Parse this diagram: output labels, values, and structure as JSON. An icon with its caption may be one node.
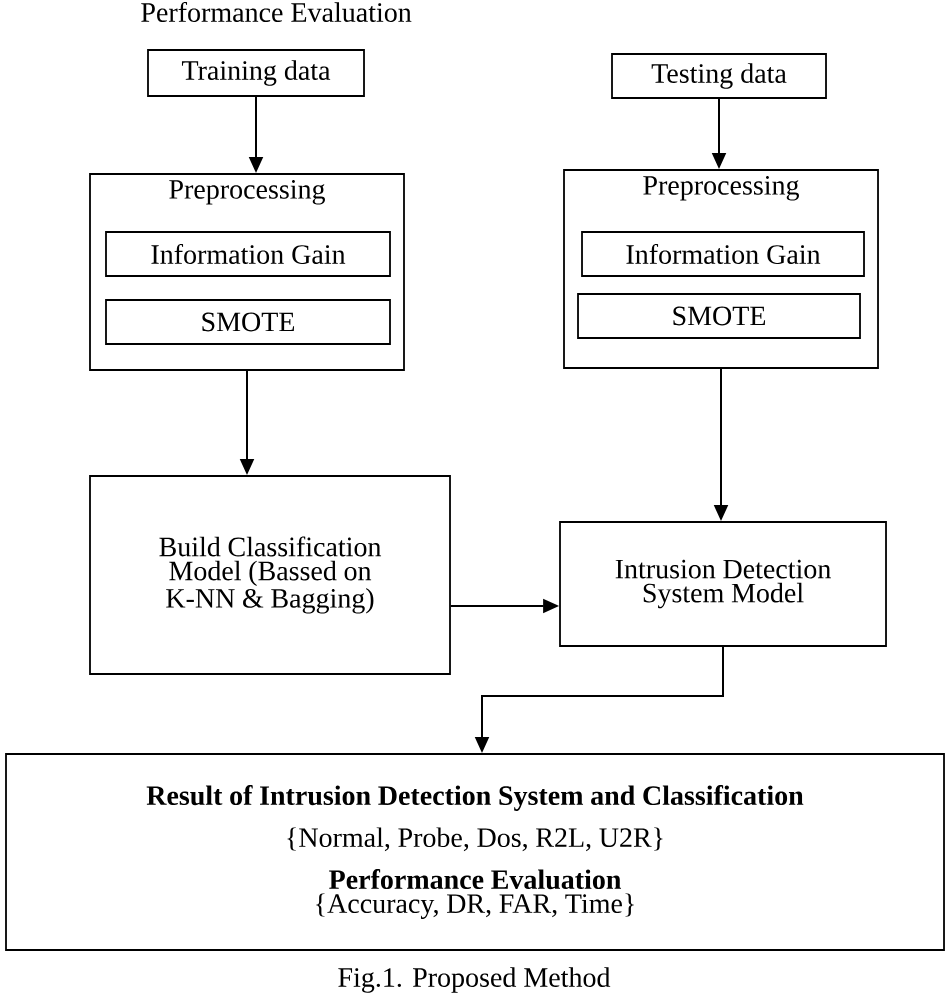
{
  "diagram": {
    "caption": "Fig.1. Proposed Method",
    "nodes": [
      {
        "text": [
          "Training data"
        ]
      },
      {
        "text": [
          "Preprocessing"
        ]
      },
      {
        "text": [
          "Information Gain"
        ],
        "in": 1
      },
      {
        "text": [
          "SMOTE"
        ],
        "in": 1
      },
      {
        "text": [
          "Testing data"
        ]
      },
      {
        "text": [
          "Preprocessing"
        ]
      },
      {
        "text": [
          "Information Gain"
        ],
        "in": 5
      },
      {
        "text": [
          "SMOTE"
        ],
        "in": 5
      },
      {
        "text": [
          "Build Classification Model (Bassed on K-NN & Bagging)"
        ]
      },
      {
        "text": [
          "Intrusion Detection System Model"
        ]
      },
      {
        "text": [
          "Result of Intrusion Detection System and Classification",
          "{Normal, Probe, Dos, R2L, U2R}",
          "Performance Evaluation",
          "{Accuracy, DR, FAR, Time}"
        ]
      }
    ],
    "edges": [
      {
        "from": 0,
        "to": 1,
        "arrow": "to"
      },
      {
        "from": 1,
        "to": 8,
        "arrow": "to"
      },
      {
        "from": 4,
        "to": 5,
        "arrow": "to"
      },
      {
        "from": 5,
        "to": 9,
        "arrow": "to"
      },
      {
        "from": 8,
        "to": 9,
        "arrow": "to"
      },
      {
        "from": 9,
        "to": 10,
        "arrow": "to"
      }
    ],
    "labels": [
      "Performance Evaluation"
    ]
  }
}
